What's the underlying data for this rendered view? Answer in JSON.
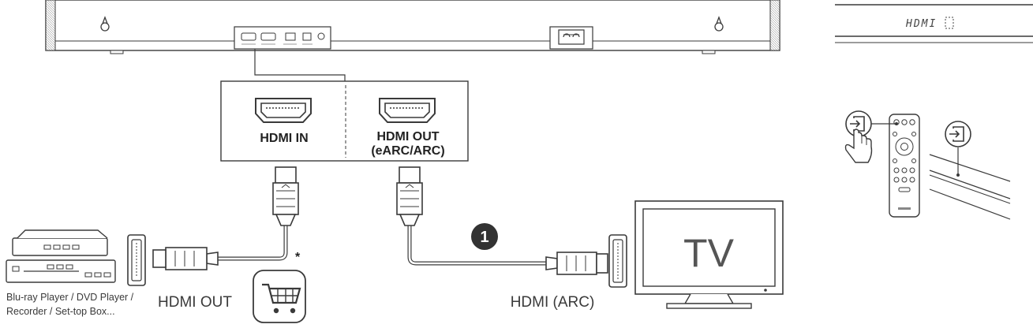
{
  "ports": {
    "hdmi_in_label": "HDMI IN",
    "hdmi_out_line1": "HDMI OUT",
    "hdmi_out_line2": "(eARC/ARC)"
  },
  "tv": {
    "screen_text": "TV",
    "port_label": "HDMI (ARC)"
  },
  "player": {
    "port_label": "HDMI OUT",
    "caption_line1": "Blu-ray Player / DVD Player /",
    "caption_line2": "Recorder / Set-top Box..."
  },
  "display": {
    "text": "HDMI"
  },
  "callout": {
    "step_number": "1",
    "asterisk": "*"
  },
  "icons": {
    "cart": "shopping-cart-icon",
    "input_source": "input-source-icon",
    "hand": "hand-pointer-icon"
  },
  "colors": {
    "line": "#3a3a3a",
    "fill_light": "#f7f7f7",
    "step_badge": "#333333"
  }
}
